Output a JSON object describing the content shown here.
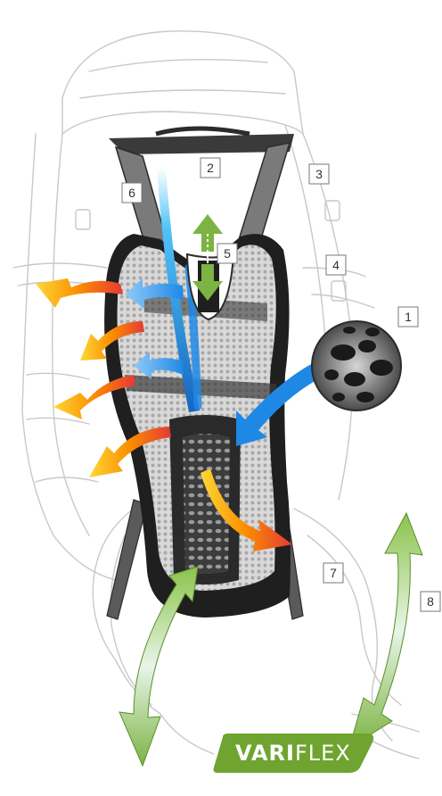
{
  "callouts": [
    "1",
    "2",
    "3",
    "4",
    "5",
    "6",
    "7",
    "8"
  ],
  "logo": {
    "bold": "VARI",
    "light": "FLEX"
  },
  "colors": {
    "mesh": "#bdbdbd",
    "frame": "#2b2b2b",
    "cool_air": "#1e88e5",
    "warm_air": "#e53935",
    "flex": "#7cb342",
    "logo_bg": "#6ea42f"
  }
}
